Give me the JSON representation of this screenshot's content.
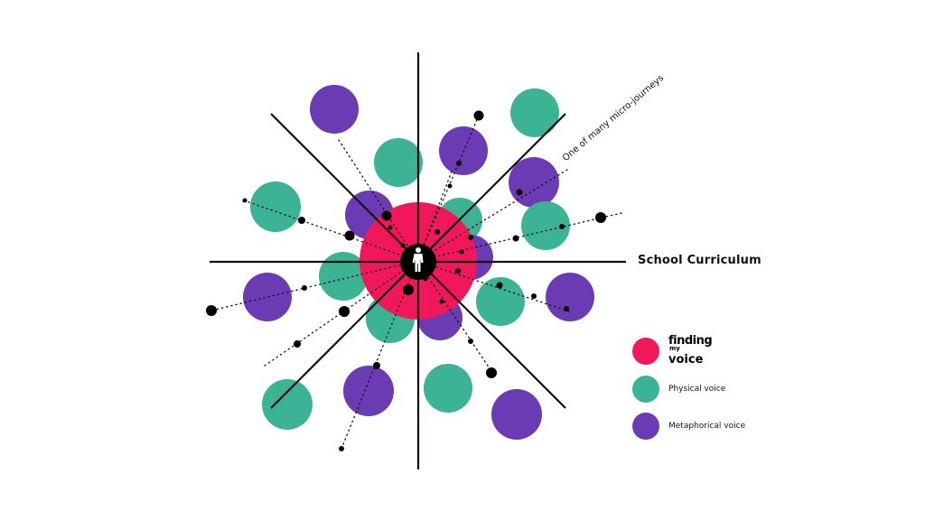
{
  "colors": {
    "finding_my_voice": "#F0185A",
    "physical_voice": "#3BB394",
    "metaphorical_voice": "#6A3BB3",
    "line": "#111111"
  },
  "labels": {
    "axis": "School Curriculum",
    "journey": "One of many micro-journeys"
  },
  "legend": [
    {
      "key": "finding_my_voice",
      "logo_line1": "finding",
      "logo_line2": "my",
      "logo_line3": "voice"
    },
    {
      "key": "physical_voice",
      "label": "Physical voice"
    },
    {
      "key": "metaphorical_voice",
      "label": "Metaphorical voice"
    }
  ],
  "center_icon": "person-silhouette-icon"
}
